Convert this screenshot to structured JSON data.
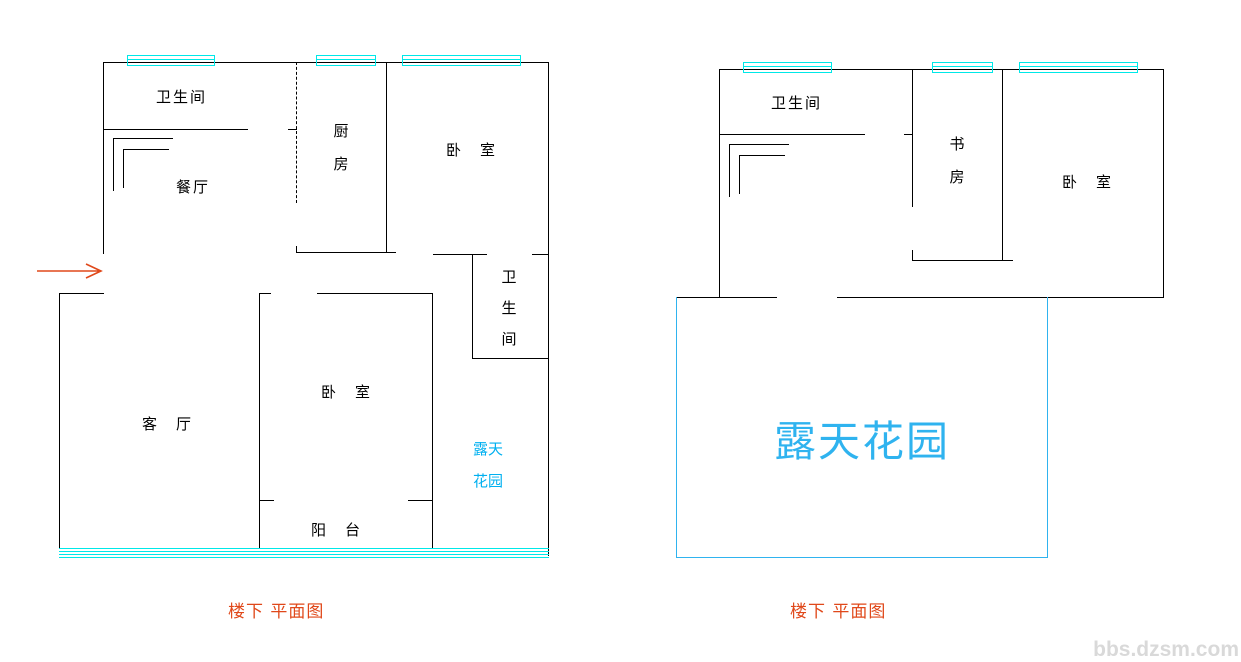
{
  "page": {
    "watermark": "bbs.dzsm.com"
  },
  "colors": {
    "wall": "#000000",
    "window": "#00e8e8",
    "garden": "#2fb3ef",
    "garden-small": "#00b0f0",
    "accent": "#e0481a",
    "watermark": "#d9d9d9"
  },
  "left_plan": {
    "caption": "楼下 平面图",
    "rooms": {
      "bathroom_top": "卫生间",
      "dining": "餐厅",
      "kitchen": "厨房",
      "bedroom_top": "卧　室",
      "bathroom_side": "卫生间",
      "living": "客　厅",
      "bedroom_main": "卧　室",
      "balcony": "阳　台",
      "garden_line1": "露天",
      "garden_line2": "花园"
    }
  },
  "right_plan": {
    "caption": "楼下 平面图",
    "rooms": {
      "bathroom": "卫生间",
      "study": "书房",
      "bedroom": "卧　室",
      "garden": "露天花园"
    }
  }
}
